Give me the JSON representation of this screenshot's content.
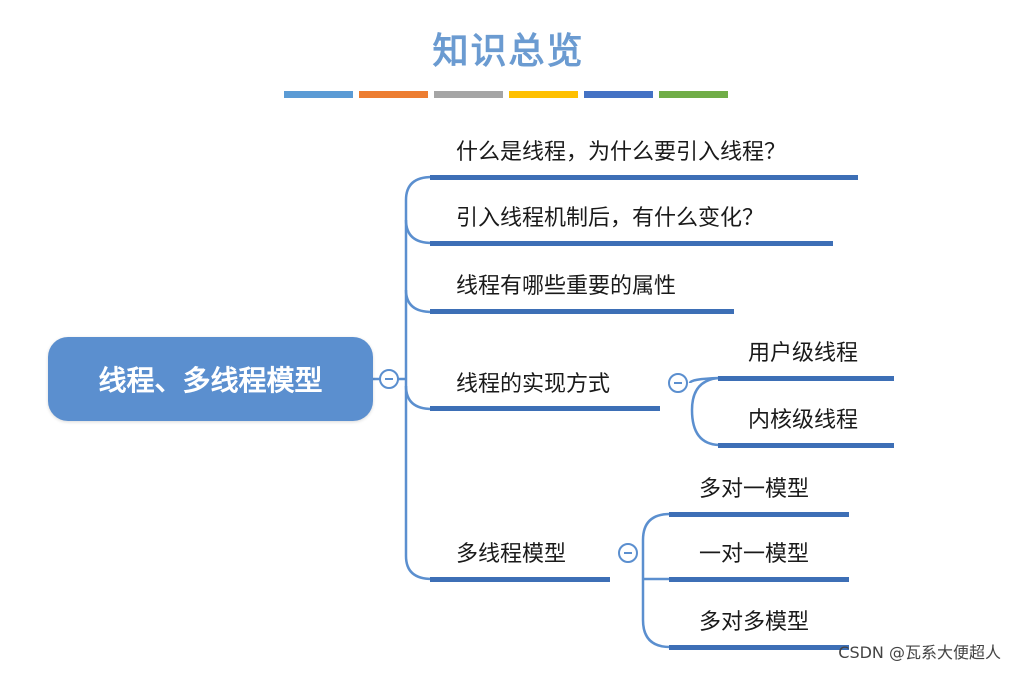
{
  "title": "知识总览",
  "color_strip": [
    "#5b9bd5",
    "#ed7d31",
    "#a5a5a5",
    "#ffc000",
    "#4472c4",
    "#70ad47"
  ],
  "root": {
    "label": "线程、多线程模型"
  },
  "branches": [
    {
      "label": "什么是线程，为什么要引入线程？"
    },
    {
      "label": "引入线程机制后，有什么变化？"
    },
    {
      "label": "线程有哪些重要的属性"
    },
    {
      "label": "线程的实现方式",
      "children": [
        {
          "label": "用户级线程"
        },
        {
          "label": "内核级线程"
        }
      ]
    },
    {
      "label": "多线程模型",
      "children": [
        {
          "label": "多对一模型"
        },
        {
          "label": "一对一模型"
        },
        {
          "label": "多对多模型"
        }
      ]
    }
  ],
  "watermark": "CSDN @瓦系大便超人",
  "colors": {
    "root_fill": "#5b8fcf",
    "line": "#3d6fb6",
    "connector": "#5b8fcf",
    "title": "#6b9bd1"
  }
}
